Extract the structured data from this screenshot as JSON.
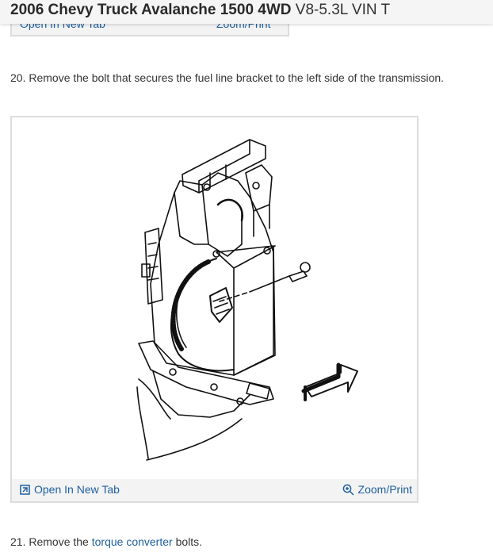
{
  "header": {
    "title": "2006 Chevy Truck Avalanche 1500 4WD",
    "subtitle": "V8-5.3L VIN T"
  },
  "prev_toolbar": {
    "open_label": "Open In New Tab",
    "zoom_label": "Zoom/Print"
  },
  "steps": [
    {
      "text": "20. Remove the bolt that secures the fuel line bracket to the left side of the transmission."
    },
    {
      "prefix": "21. Remove the ",
      "link": "torque converter",
      "suffix": " bolts."
    }
  ],
  "figure_toolbar": {
    "open_label": "Open In New Tab",
    "zoom_label": "Zoom/Print",
    "open_icon": "open-new-tab-icon",
    "zoom_icon": "magnifier-plus-icon"
  },
  "colors": {
    "link": "#1e5f9e",
    "toolbar_bg": "#f3f3f4",
    "border": "#dcdcdc"
  }
}
